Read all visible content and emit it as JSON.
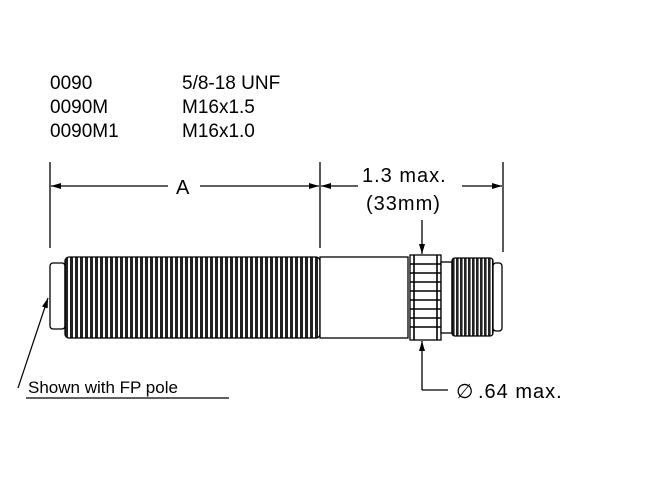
{
  "models": [
    {
      "part": "0090",
      "thread": "5/8-18 UNF"
    },
    {
      "part": "0090M",
      "thread": "M16x1.5"
    },
    {
      "part": "0090M1",
      "thread": "M16x1.0"
    }
  ],
  "dimensions": {
    "length_label": "A",
    "max_length": "1.3 max.",
    "max_length_mm": "(33mm)",
    "diameter": ".64 max.",
    "diameter_symbol": "∅"
  },
  "note": "Shown with FP pole",
  "colors": {
    "line": "#000000",
    "background": "#ffffff"
  }
}
